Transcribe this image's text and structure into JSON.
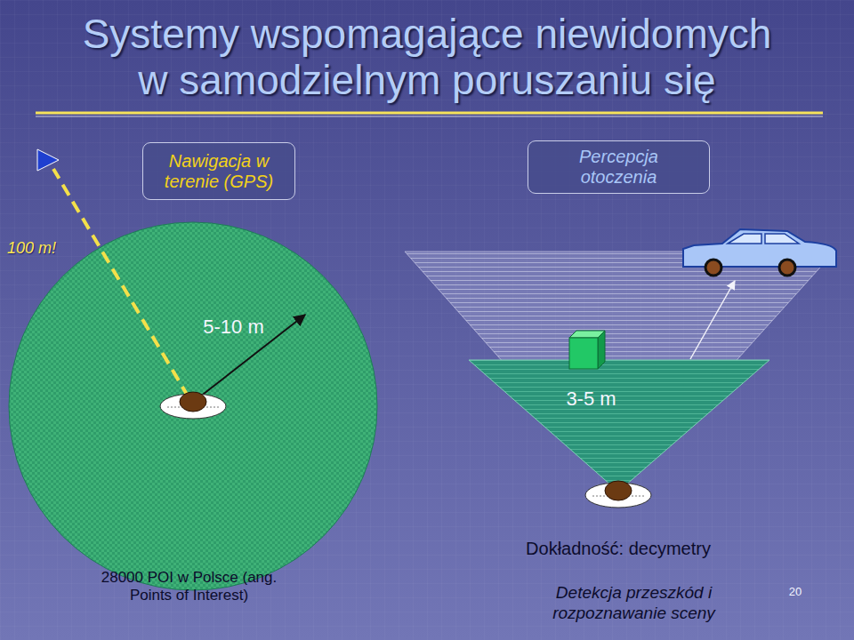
{
  "diagram": {
    "title": "Systemy wspomagające niewidomych w samodzielnym poruszaniu się",
    "nodes": [
      {
        "text": [
          "Nawigacja w terenie (GPS)"
        ]
      },
      {
        "text": [
          "Percepcja otoczenia"
        ]
      }
    ],
    "labels": [
      "100 m!",
      "5-10 m",
      "3-5 m",
      "28000 POI w Polsce (ang. Points of Interest)",
      "Dokładność: decymetry",
      "Detekcja przeszkód i rozpoznawanie sceny",
      "20"
    ]
  }
}
